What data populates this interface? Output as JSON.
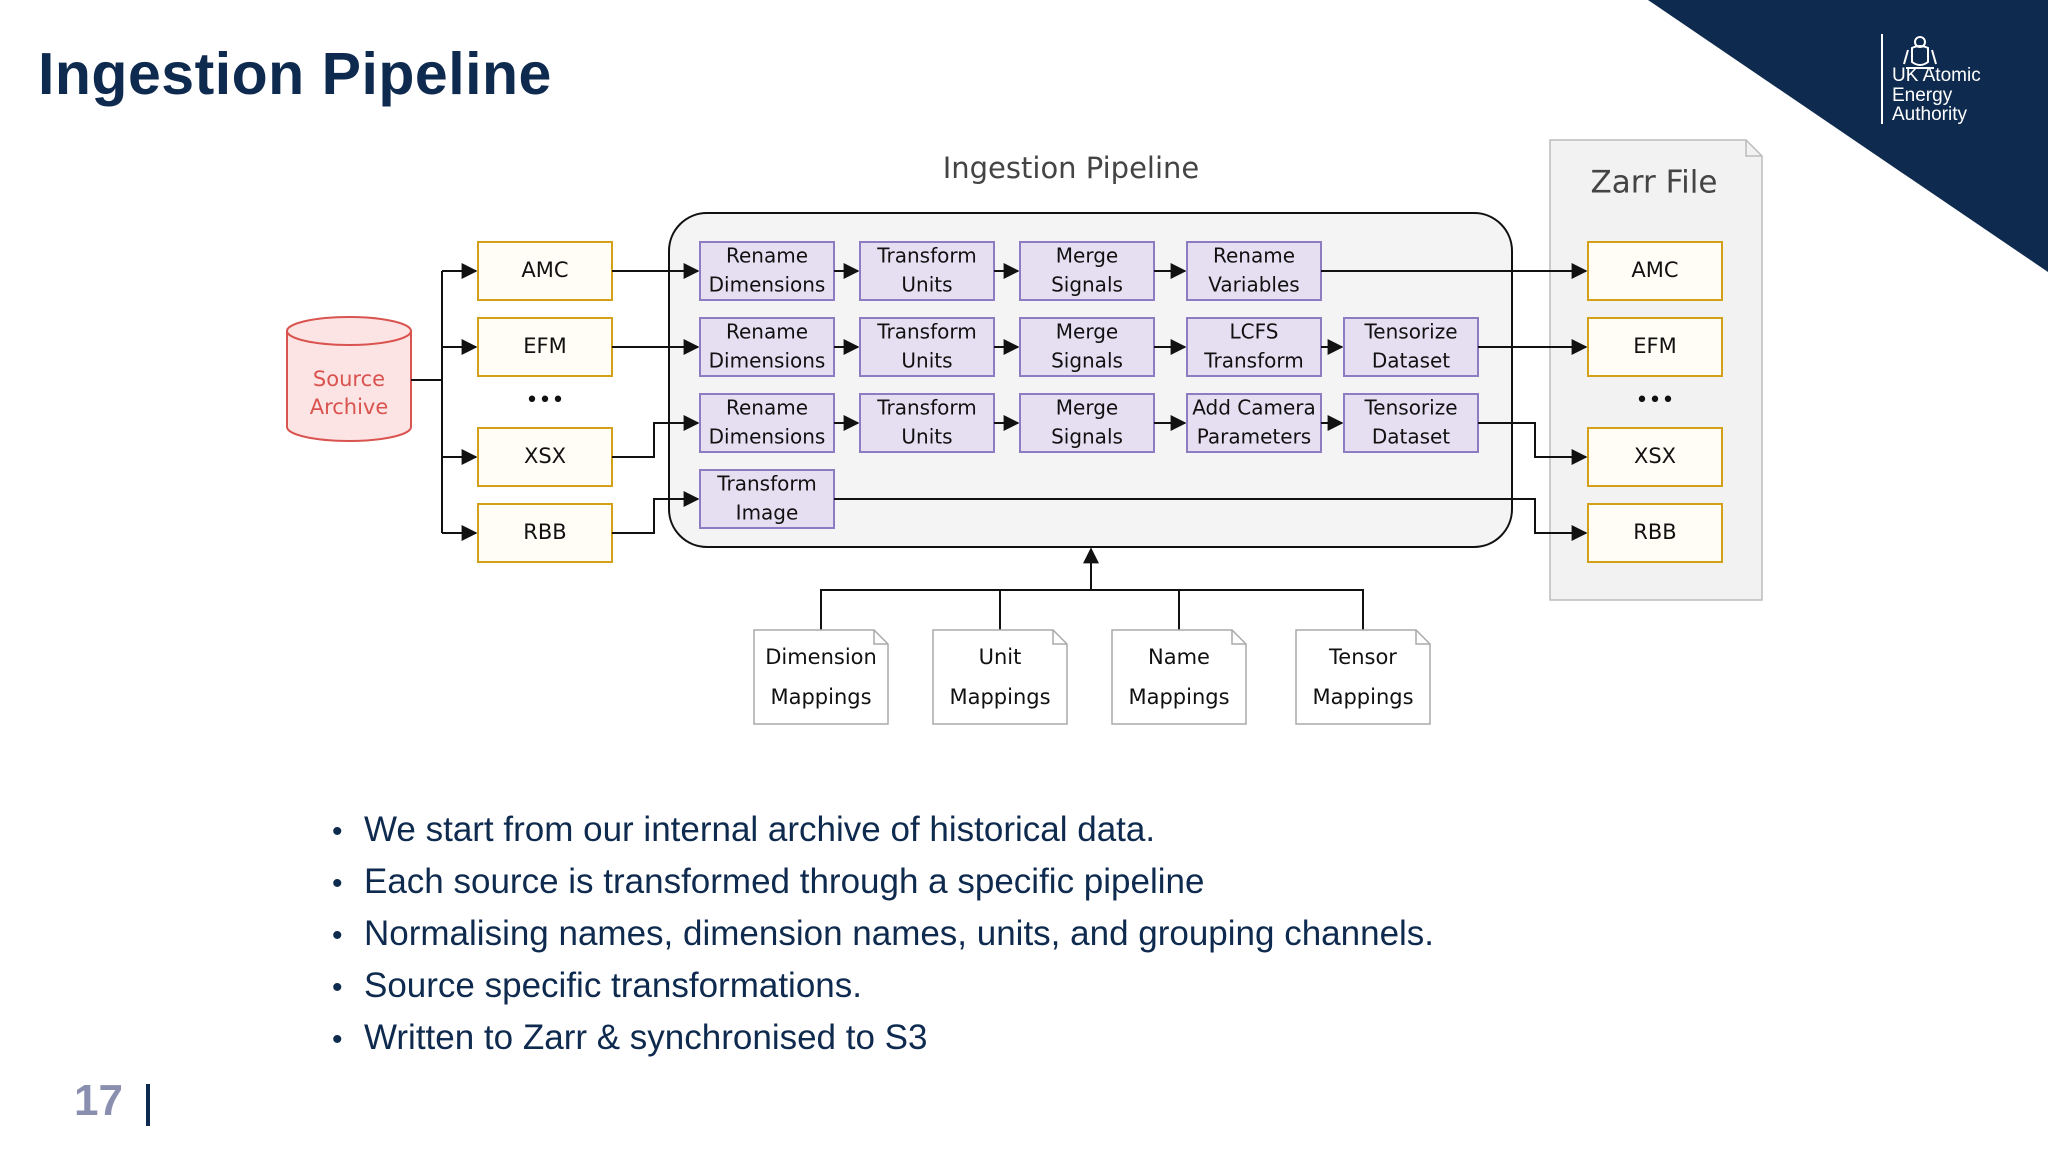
{
  "slide": {
    "title": "Ingestion Pipeline",
    "page_number": "17",
    "bullets": [
      "We start from our internal archive of historical data.",
      "Each source is transformed through a specific pipeline",
      "Normalising names, dimension names, units, and grouping channels.",
      "Source specific transformations.",
      "Written to Zarr & synchronised to S3"
    ]
  },
  "logo": {
    "lines": [
      "UK Atomic",
      "Energy",
      "Authority"
    ],
    "icon": "crest-icon"
  },
  "colors": {
    "navy": "#0e2a4e",
    "source_stroke": "#d9534f",
    "source_fill": "#fde4e4",
    "source_box_stroke": "#d4a017",
    "step_fill": "#e6dff2",
    "step_stroke": "#8e7cc3",
    "zarr_panel": "#f2f2f2"
  },
  "diagram": {
    "pipeline_title": "Ingestion Pipeline",
    "zarr_title": "Zarr File",
    "source_db_line1": "Source",
    "source_db_line2": "Archive",
    "sources": [
      "AMC",
      "EFM",
      "XSX",
      "RBB"
    ],
    "outputs": [
      "AMC",
      "EFM",
      "XSX",
      "RBB"
    ],
    "ellipsis": "•••",
    "rows": [
      [
        [
          "Rename",
          "Dimensions"
        ],
        [
          "Transform",
          "Units"
        ],
        [
          "Merge",
          "Signals"
        ],
        [
          "Rename",
          "Variables"
        ]
      ],
      [
        [
          "Rename",
          "Dimensions"
        ],
        [
          "Transform",
          "Units"
        ],
        [
          "Merge",
          "Signals"
        ],
        [
          "LCFS",
          "Transform"
        ],
        [
          "Tensorize",
          "Dataset"
        ]
      ],
      [
        [
          "Rename",
          "Dimensions"
        ],
        [
          "Transform",
          "Units"
        ],
        [
          "Merge",
          "Signals"
        ],
        [
          "Add Camera",
          "Parameters"
        ],
        [
          "Tensorize",
          "Dataset"
        ]
      ],
      [
        [
          "Transform",
          "Image"
        ]
      ]
    ],
    "mappings": [
      [
        "Dimension",
        "Mappings"
      ],
      [
        "Unit",
        "Mappings"
      ],
      [
        "Name",
        "Mappings"
      ],
      [
        "Tensor",
        "Mappings"
      ]
    ]
  }
}
